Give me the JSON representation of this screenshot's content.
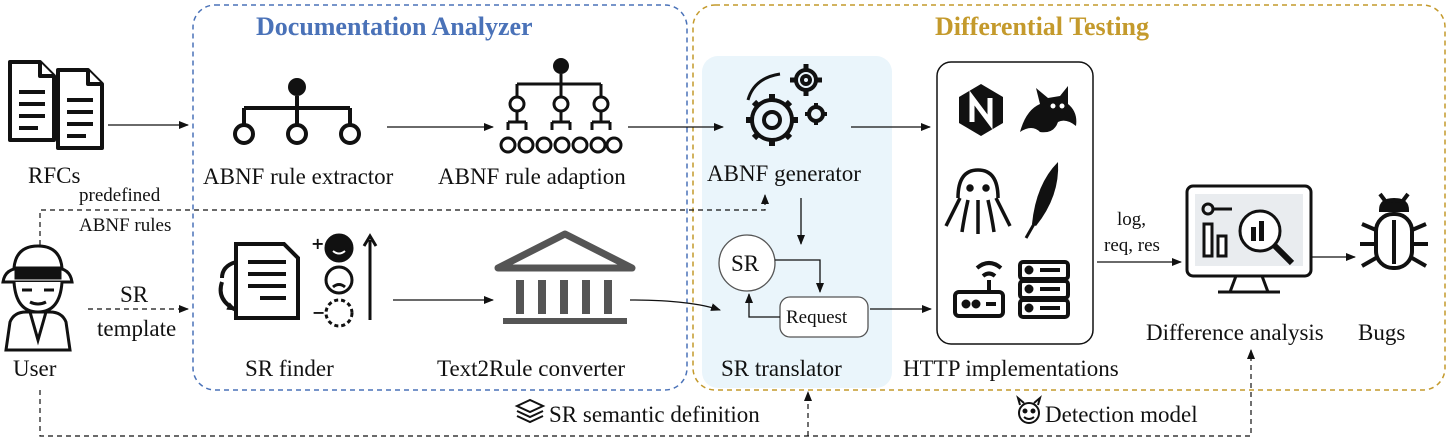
{
  "colors": {
    "analyzer_accent": "#4a72b8",
    "testing_accent": "#c49a2c",
    "translator_panel": "#eaf5fb",
    "ink": "#111111",
    "icon_gray": "#555555"
  },
  "documentation_analyzer": {
    "title": "Documentation Analyzer",
    "abnf_rule_extractor": "ABNF rule extractor",
    "abnf_rule_adaption": "ABNF rule adaption",
    "sr_finder": "SR finder",
    "text2rule_converter": "Text2Rule converter"
  },
  "differential_testing": {
    "title": "Differential Testing",
    "abnf_generator": "ABNF generator",
    "sr_translator": "SR translator",
    "sr_node": "SR",
    "request_node": "Request",
    "http_implementations": "HTTP implementations",
    "log_label": "log,",
    "req_res_label": "req, res",
    "difference_analysis": "Difference analysis",
    "bugs": "Bugs"
  },
  "inputs": {
    "rfcs": "RFCs",
    "user": "User",
    "predefined": "predefined",
    "abnf_rules": "ABNF rules",
    "sr": "SR",
    "template": "template"
  },
  "bottom": {
    "sr_semantic_definition": "SR semantic definition",
    "detection_model": "Detection model"
  },
  "icons": [
    "documents-icon",
    "org-tree-icon",
    "expanded-tree-icon",
    "gears-icon",
    "nginx-icon",
    "tomcat-icon",
    "octopus-icon",
    "feather-icon",
    "router-icon",
    "server-icon",
    "monitor-analysis-icon",
    "bug-icon",
    "user-spy-icon",
    "document-arrows-icon",
    "smiley-ranking-icon",
    "classical-building-icon",
    "layers-icon",
    "devil-face-icon"
  ]
}
